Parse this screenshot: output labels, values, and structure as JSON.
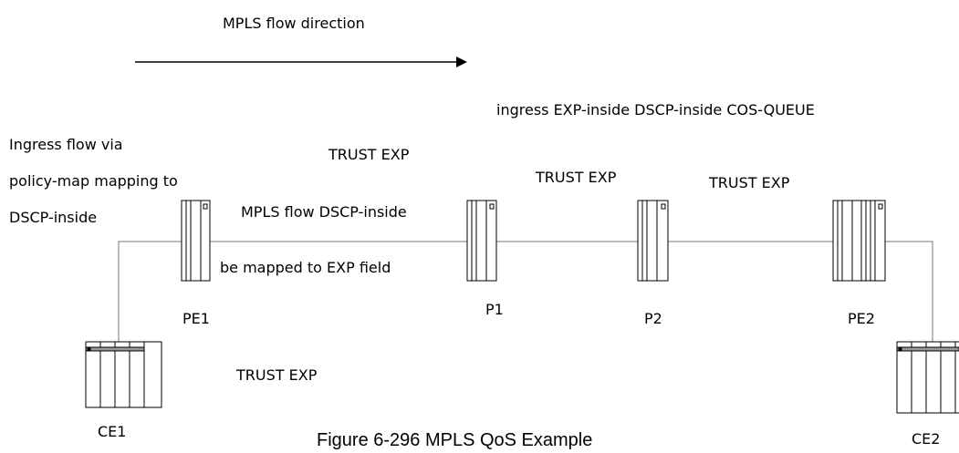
{
  "title": "MPLS flow direction",
  "labels": {
    "ingress_desc_line1": "Ingress flow via",
    "ingress_desc_line2": "policy-map mapping to",
    "ingress_desc_line3": "DSCP-inside",
    "egress_desc": "ingress EXP-inside DSCP-inside COS-QUEUE",
    "trust_exp_pe1_p1": "TRUST EXP",
    "trust_exp_p1_p2": "TRUST EXP",
    "trust_exp_p2_pe2": "TRUST EXP",
    "trust_exp_bottom": "TRUST EXP",
    "mpls_flow_line1": "MPLS flow DSCP-inside",
    "mpls_flow_line2": "be mapped to EXP field"
  },
  "devices": {
    "ce1": "CE1",
    "pe1": "PE1",
    "p1": "P1",
    "p2": "P2",
    "pe2": "PE2",
    "ce2": "CE2"
  },
  "caption": "Figure 6-296 MPLS QoS Example"
}
